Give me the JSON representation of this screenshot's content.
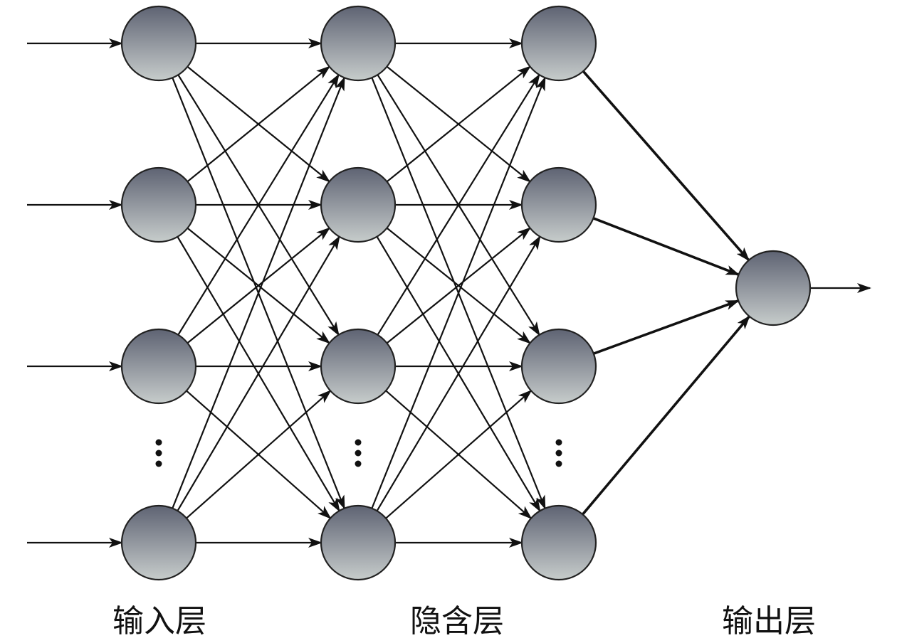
{
  "labels": {
    "input_layer": "输入层",
    "hidden_layer": "隐含层",
    "output_layer": "输出层"
  },
  "colors": {
    "node_top": "#5e6373",
    "node_bottom": "#c6cccb",
    "stroke": "#111111"
  },
  "network": {
    "layers": [
      {
        "name": "input",
        "visible_nodes": 4,
        "ellipsis_after": 3,
        "external_inputs": true
      },
      {
        "name": "hidden-1",
        "visible_nodes": 4,
        "ellipsis_after": 3
      },
      {
        "name": "hidden-2",
        "visible_nodes": 4,
        "ellipsis_after": 3
      },
      {
        "name": "output",
        "visible_nodes": 1,
        "external_output": true
      }
    ]
  }
}
